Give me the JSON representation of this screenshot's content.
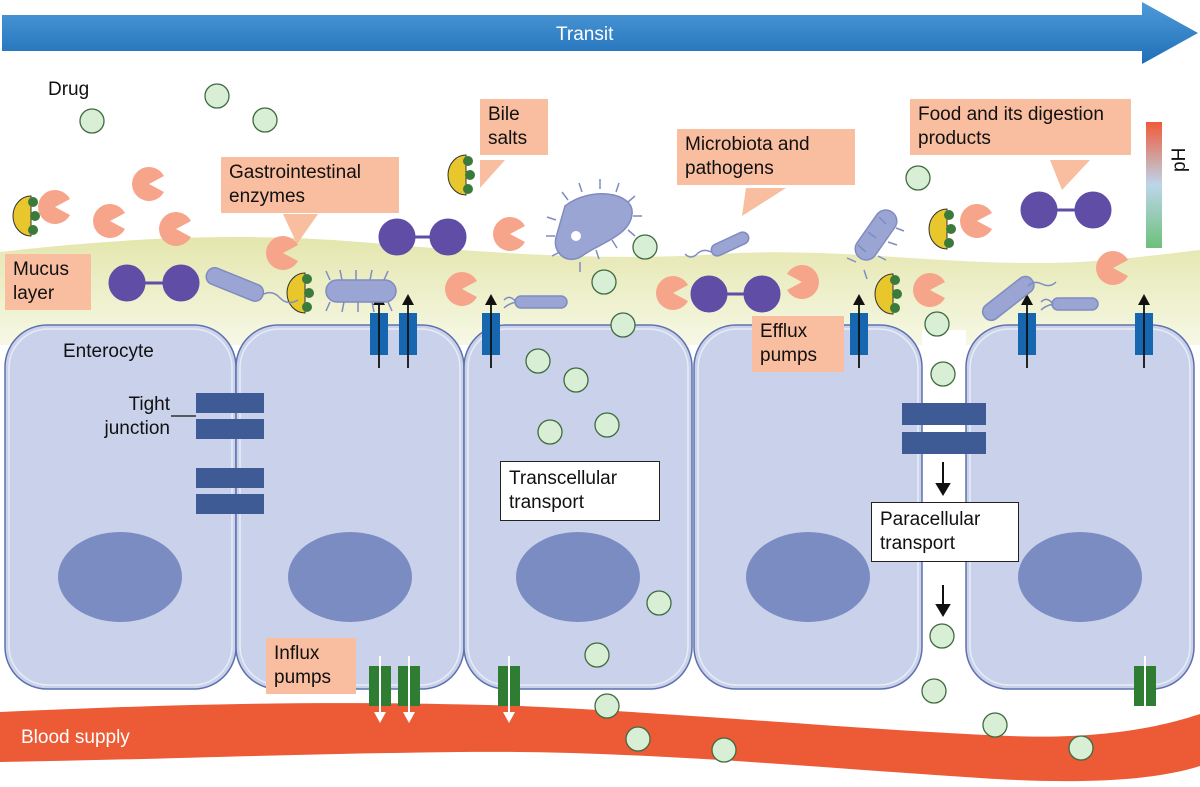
{
  "labels": {
    "transit": "Transit",
    "drug": "Drug",
    "gi_enzymes": "Gastrointestinal enzymes",
    "bile_salts": "Bile salts",
    "microbiota": "Microbiota and pathogens",
    "food": "Food and its digestion products",
    "ph": "pH",
    "mucus": "Mucus layer",
    "enterocyte": "Enterocyte",
    "tight_junction": "Tight junction",
    "efflux": "Efflux pumps",
    "transcellular": "Transcellular transport",
    "paracellular": "Paracellular transport",
    "influx": "Influx pumps",
    "blood": "Blood supply"
  },
  "colors": {
    "transit_arrow": "#2f7fc6",
    "label_fill": "#f9bd9f",
    "cell_fill": "#c9d2ea",
    "nucleus": "#7b8cc2",
    "tight_junction": "#3f5b96",
    "efflux_pump": "#1766b0",
    "influx_pump": "#2f7d32",
    "blood": "#ec5a36",
    "mucus": "#e7e8b5",
    "drug": "#d8efd6",
    "enzyme": "#f6a58a",
    "food_molecule": "#5f4da6",
    "bile_salt": "#e8c72c",
    "microbe": "#9aa5d4"
  },
  "icons": [
    "right-arrow-icon",
    "drug-particle-icon",
    "enzyme-pacman-icon",
    "bile-salt-icon",
    "food-molecule-icon",
    "bacterium-icon",
    "efflux-pump-icon",
    "influx-pump-icon",
    "down-arrow-icon"
  ]
}
